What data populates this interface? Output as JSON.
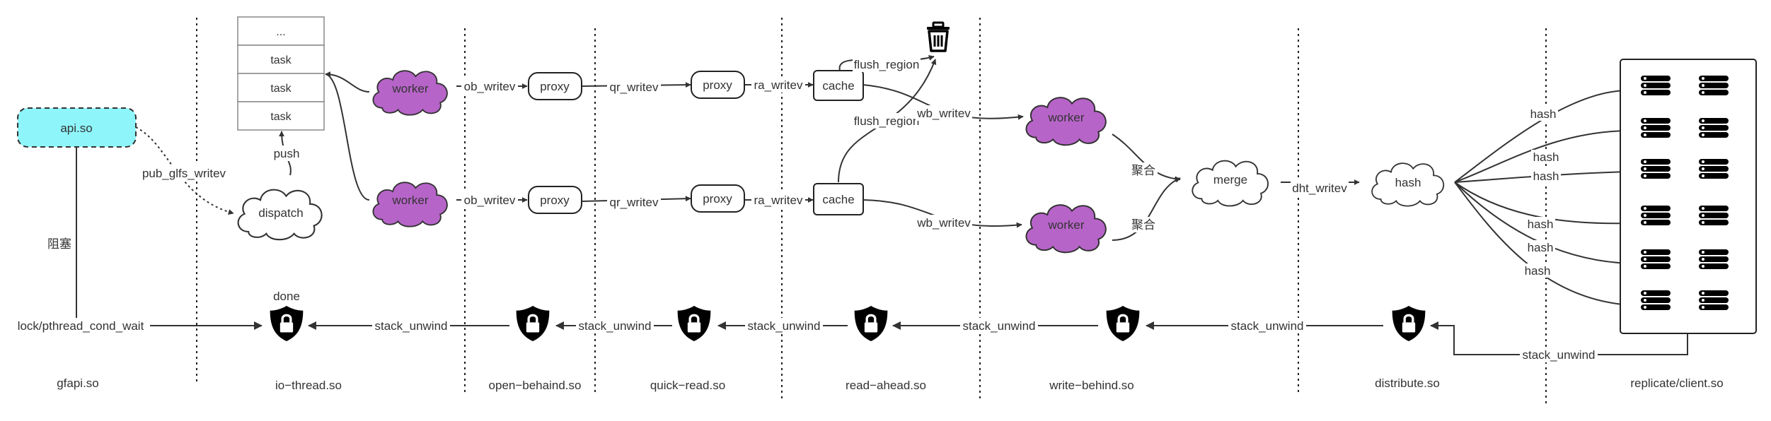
{
  "layers": {
    "gfapi": "gfapi.so",
    "io_thread": "io−thread.so",
    "open_behind": "open−behaind.so",
    "quick_read": "quick−read.so",
    "read_ahead": "read−ahead.so",
    "write_behind": "write−behind.so",
    "distribute": "distribute.so",
    "replicate_client": "replicate/client.so"
  },
  "nodes": {
    "api": "api.so",
    "dispatch": "dispatch",
    "worker": "worker",
    "proxy": "proxy",
    "cache": "cache",
    "merge": "merge",
    "hash": "hash",
    "task_queue": [
      "...",
      "task",
      "task",
      "task"
    ]
  },
  "edges": {
    "pub_glfs_writev": "pub_glfs_writev",
    "push": "push",
    "ob_writev": "ob_writev",
    "qr_writev": "qr_writev",
    "ra_writev": "ra_writev",
    "wb_writev": "wb_writev",
    "flush_region": "flush_region",
    "aggregate": "聚合",
    "dht_writev": "dht_writev",
    "hash": "hash",
    "blocking": "阻塞",
    "lock_wait": "lock/pthread_cond_wait",
    "done": "done",
    "stack_unwind": "stack_unwind"
  },
  "icons": {
    "lock": "lock-shield-icon",
    "trash": "trash-icon",
    "server": "server-icon"
  },
  "colors": {
    "api_fill": "#8ef6fb",
    "worker_fill": "#b764c9",
    "line": "#333333"
  }
}
